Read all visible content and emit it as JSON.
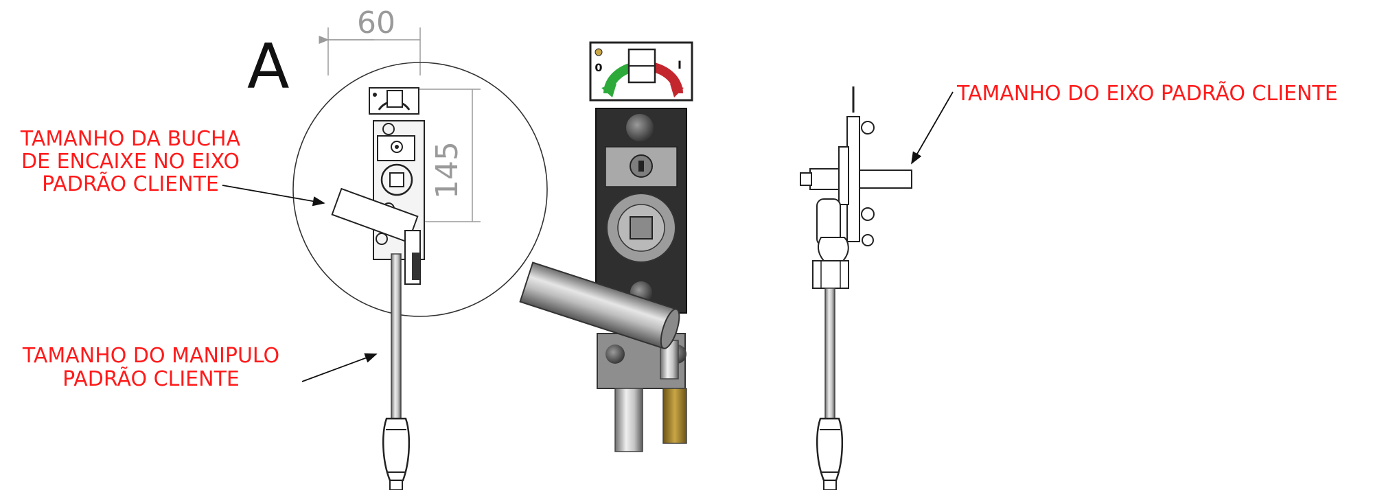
{
  "view_label": "A",
  "dimensions": {
    "width": "60",
    "height": "145"
  },
  "annotations": {
    "bushing": [
      "TAMANHO DA BUCHA",
      "DE ENCAIXE NO EIXO",
      "PADRÃO CLIENTE"
    ],
    "handle": [
      "TAMANHO DO MANIPULO",
      "PADRÃO CLIENTE"
    ],
    "shaft": "TAMANHO DO EIXO PADRÃO CLIENTE"
  },
  "symbols": {
    "off": "0",
    "on": "I"
  },
  "colors": {
    "annotation": "#ff1a1a",
    "dimension": "#9a9a9a",
    "off_arc": "#2eaa3b",
    "on_arc": "#c4262e",
    "plate": "#333333",
    "brass": "#a8862e"
  }
}
